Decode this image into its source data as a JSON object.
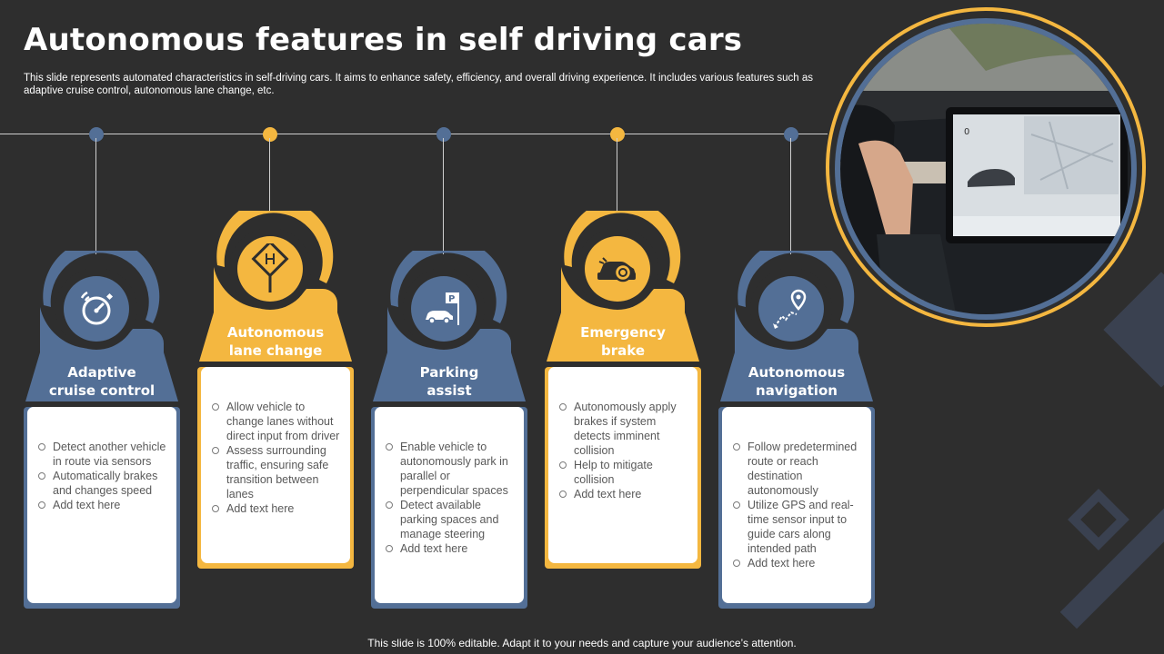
{
  "slide": {
    "title": "Autonomous features in self driving cars",
    "subtitle": "This slide represents automated characteristics in self-driving cars. It aims to enhance safety, efficiency,  and overall driving experience. It includes various features such as adaptive cruise control, autonomous lane change, etc.",
    "footer": "This slide is 100% editable. Adapt it to your needs and capture your audience’s attention."
  },
  "colors": {
    "blue": "#536f96",
    "yellow": "#f4b740",
    "background": "#2e2e2e",
    "card": "#ffffff",
    "text": "#595959"
  },
  "features": [
    {
      "title_line1": "Adaptive",
      "title_line2": "cruise control",
      "icon": "speedometer-icon",
      "color": "blue",
      "bullets": [
        "Detect another vehicle in route via sensors",
        "Automatically brakes and changes speed",
        "Add text here"
      ]
    },
    {
      "title_line1": "Autonomous",
      "title_line2": "lane change",
      "icon": "road-sign-icon",
      "color": "yellow",
      "bullets": [
        "Allow vehicle to change lanes without direct input from driver",
        "Assess surrounding traffic, ensuring safe transition between lanes",
        "Add text here"
      ]
    },
    {
      "title_line1": "Parking",
      "title_line2": "assist",
      "icon": "parking-car-icon",
      "color": "blue",
      "bullets": [
        "Enable vehicle to autonomously park in parallel or perpendicular spaces",
        "Detect available parking spaces and manage steering",
        "Add text here"
      ]
    },
    {
      "title_line1": "Emergency",
      "title_line2": "brake",
      "icon": "car-brake-icon",
      "color": "yellow",
      "bullets": [
        "Autonomously apply brakes if system detects imminent collision",
        "Help to mitigate collision",
        "Add text here"
      ]
    },
    {
      "title_line1": "Autonomous",
      "title_line2": "navigation",
      "icon": "location-route-icon",
      "color": "blue",
      "bullets": [
        "Follow predetermined route or reach destination autonomously",
        "Utilize GPS and real-time sensor input to guide cars along intended path",
        "Add text here"
      ]
    }
  ],
  "photo": {
    "icon": "car-dashboard-photo",
    "screen_speed": "0"
  }
}
